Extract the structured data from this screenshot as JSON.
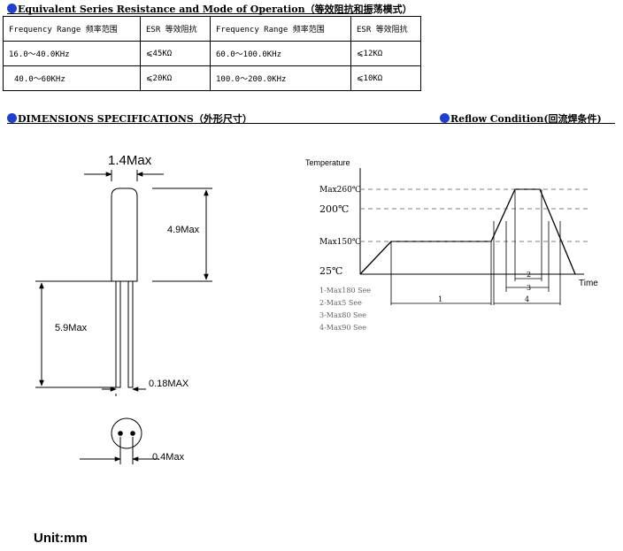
{
  "esr": {
    "title": "Equivalent Series Resistance and Mode of Operation（等效阻抗和振荡模式）",
    "headers": [
      "Frequency Range 频率范围",
      "ESR 等效阻抗",
      "Frequency Range 频率范围",
      "ESR 等效阻抗"
    ],
    "rows": [
      [
        "16.0～40.0KHz",
        "⩽45KΩ",
        "60.0～100.0KHz",
        "⩽12KΩ"
      ],
      [
        "40.0～60KHz",
        "⩽20KΩ",
        "100.0～200.0KHz",
        "⩽10KΩ"
      ]
    ]
  },
  "dimensions": {
    "title": "DIMENSIONS SPECIFICATIONS（外形尺寸）",
    "width_label": "1.4Max",
    "body_length_label": "4.9Max",
    "lead_length_label": "5.9Max",
    "lead_diameter_label": "0.18MAX",
    "lead_spacing_label": "0.4Max",
    "unit": "Unit:mm"
  },
  "reflow": {
    "title": "Reflow Condition(回流焊条件)",
    "y_axis_label": "Temperature",
    "x_axis_label": "Time",
    "temps": [
      "Max260℃",
      "200℃",
      "Max150℃",
      "25℃"
    ],
    "interval_marks": [
      "1",
      "2",
      "3",
      "4"
    ],
    "notes": [
      "1-Max180 See",
      "2-Max5 See",
      "3-Max80 See",
      "4-Max90 See"
    ],
    "colors": {
      "bullet": "#1f3fd0",
      "line": "#000000",
      "dashed": "#555555"
    }
  }
}
